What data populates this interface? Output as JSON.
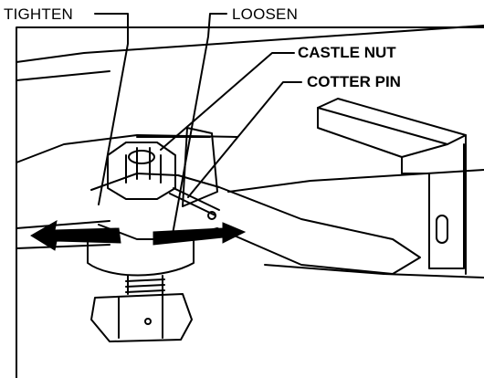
{
  "labels": {
    "tighten": "TIGHTEN",
    "loosen": "LOOSEN",
    "castle_nut": "CASTLE NUT",
    "cotter_pin": "COTTER PIN"
  },
  "colors": {
    "line": "#000000",
    "background": "#ffffff"
  }
}
